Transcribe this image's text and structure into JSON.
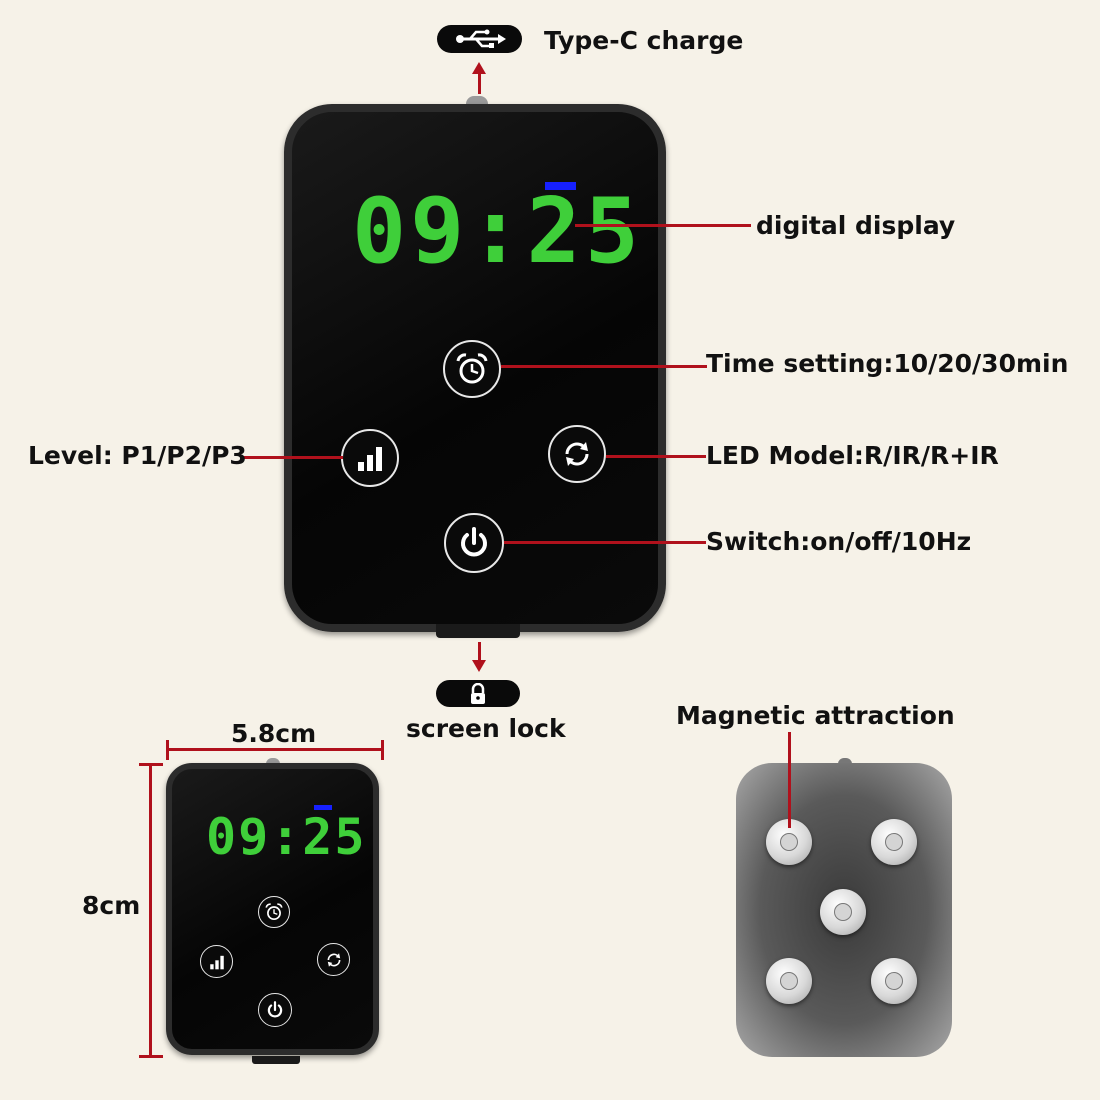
{
  "labels": {
    "charge": "Type-C charge",
    "display": "digital display",
    "time": "Time setting:10/20/30min",
    "level": "Level:  P1/P2/P3",
    "led": "LED Model:R/IR/R+IR",
    "switch": "Switch:on/off/10Hz",
    "lock": "screen lock",
    "width": "5.8cm",
    "height": "8cm",
    "magnetic": "Magnetic attraction"
  },
  "display": {
    "time": "09:25"
  },
  "colors": {
    "accent_line": "#b0111c",
    "digits": "#3fcf3a",
    "indicator": "#1620ff",
    "background": "#f6f2e8"
  },
  "icons": [
    "usb-icon",
    "alarm-clock-icon",
    "signal-bars-icon",
    "refresh-icon",
    "power-icon",
    "lock-icon"
  ]
}
